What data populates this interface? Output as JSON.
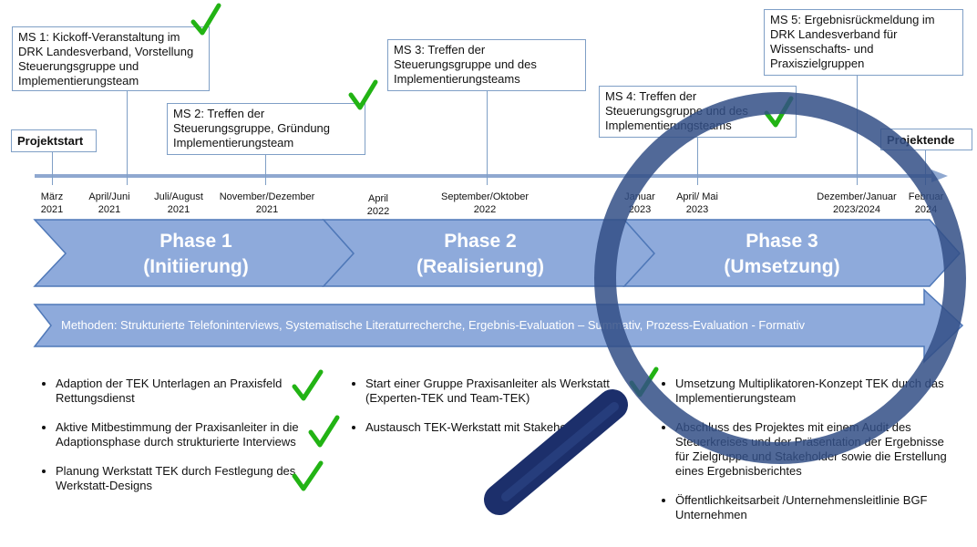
{
  "milestones": {
    "ms1": "MS 1: Kickoff-Veranstaltung im DRK Landesverband, Vorstellung Steuerungsgruppe und Implementierungsteam",
    "ms2": "MS 2: Treffen der Steuerungsgruppe, Gründung Implementierungsteam",
    "ms3": "MS 3: Treffen der Steuerungsgruppe und des Implementierungsteams",
    "ms4": "MS 4: Treffen der Steuerungsgruppe und des Implementierungsteams",
    "ms5": "MS 5: Ergebnisrückmeldung im DRK Landesverband für Wissenschafts- und Praxiszielgruppen"
  },
  "timeline": {
    "start_label": "Projektstart",
    "end_label": "Projektende",
    "dates": [
      {
        "line1": "März",
        "line2": "2021"
      },
      {
        "line1": "April/Juni",
        "line2": "2021"
      },
      {
        "line1": "Juli/August",
        "line2": "2021"
      },
      {
        "line1": "November/Dezember",
        "line2": "2021"
      },
      {
        "line1": "April",
        "line2": "2022"
      },
      {
        "line1": "September/Oktober",
        "line2": "2022"
      },
      {
        "line1": "Januar",
        "line2": "2023"
      },
      {
        "line1": "April/ Mai",
        "line2": "2023"
      },
      {
        "line1": "Dezember/Januar",
        "line2": "2023/2024"
      },
      {
        "line1": "Februar",
        "line2": "2024"
      }
    ]
  },
  "phases": [
    {
      "title": "Phase 1",
      "subtitle": "(Initiierung)"
    },
    {
      "title": "Phase 2",
      "subtitle": "(Realisierung)"
    },
    {
      "title": "Phase 3",
      "subtitle": "(Umsetzung)"
    }
  ],
  "methods": "Methoden: Strukturierte Telefoninterviews, Systematische Literaturrecherche, Ergebnis-Evaluation – Summativ, Prozess-Evaluation - Formativ",
  "bullets": {
    "col1": [
      "Adaption der TEK Unterlagen an Praxisfeld Rettungsdienst",
      "Aktive Mitbestimmung der Praxisanleiter in die Adaptionsphase durch strukturierte Interviews",
      "Planung Werkstatt TEK durch Festlegung des Werkstatt-Designs"
    ],
    "col2": [
      "Start einer Gruppe Praxisanleiter als Werkstatt (Experten-TEK und Team-TEK)",
      "Austausch TEK-Werkstatt mit Stakeholdern"
    ],
    "col3": [
      "Umsetzung Multiplikatoren-Konzept TEK durch das Implementierungsteam",
      "Abschluss des Projektes mit einem Audit des Steuerkreises und der Präsentation der Ergebnisse für Zielgruppe und Stakeholder sowie die Erstellung eines Ergebnisberichtes",
      "Öffentlichkeitsarbeit /Unternehmensleitlinie BGF Unternehmen"
    ]
  },
  "colors": {
    "arrow_fill": "#8eaadb",
    "arrow_stroke": "#4f78b8",
    "line": "#7f9fc6",
    "check": "#22b314",
    "magnifier_ring": "#334f86",
    "magnifier_handle": "#1c2f6b"
  },
  "icons": [
    "check-icon",
    "magnifier-icon"
  ]
}
